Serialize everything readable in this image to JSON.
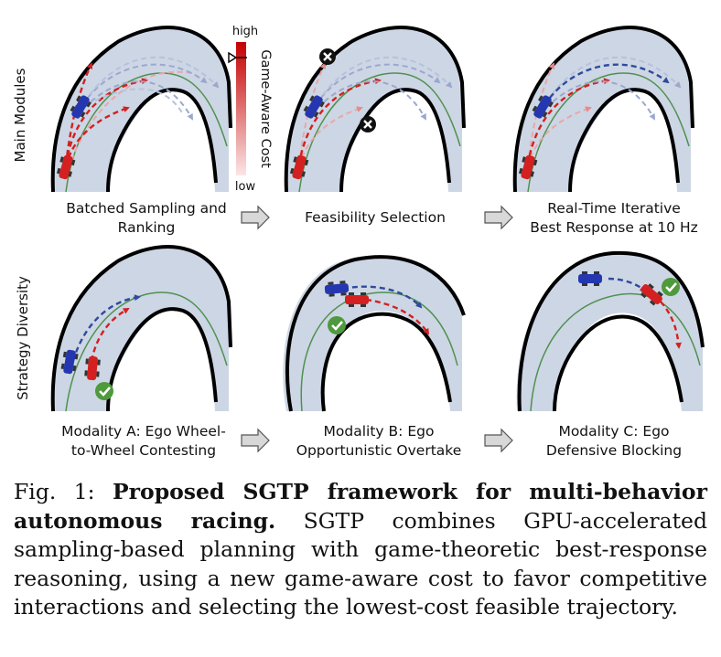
{
  "row_labels": {
    "top": "Main Modules",
    "bottom": "Strategy Diversity"
  },
  "colorbar": {
    "high": "high",
    "low": "low",
    "label": "Game-Aware Cost"
  },
  "panel_labels": {
    "p1": [
      "Batched Sampling and",
      "Ranking"
    ],
    "p2": [
      "Feasibility Selection"
    ],
    "p3": [
      "Real-Time Iterative",
      "Best Response at 10 Hz"
    ],
    "p4": [
      "Modality A: Ego Wheel-",
      "to-Wheel Contesting"
    ],
    "p5": [
      "Modality B: Ego",
      "Opportunistic Overtake"
    ],
    "p6": [
      "Modality C: Ego",
      "Defensive Blocking"
    ]
  },
  "caption": {
    "prefix": "Fig. 1: ",
    "bold": "Proposed SGTP framework for multi-behavior autonomous racing.",
    "text": " SGTP combines GPU-accelerated sampling-based planning with game-theoretic best-response reasoning, using a new game-aware cost to favor competitive interactions and selecting the lowest-cost feasible trajectory."
  },
  "colors": {
    "track": "#cdd6e4",
    "wall": "#000000",
    "raceline": "#4f9150",
    "ego": "#d42020",
    "opponent": "#2437b0",
    "check": "#4e9a3c"
  }
}
